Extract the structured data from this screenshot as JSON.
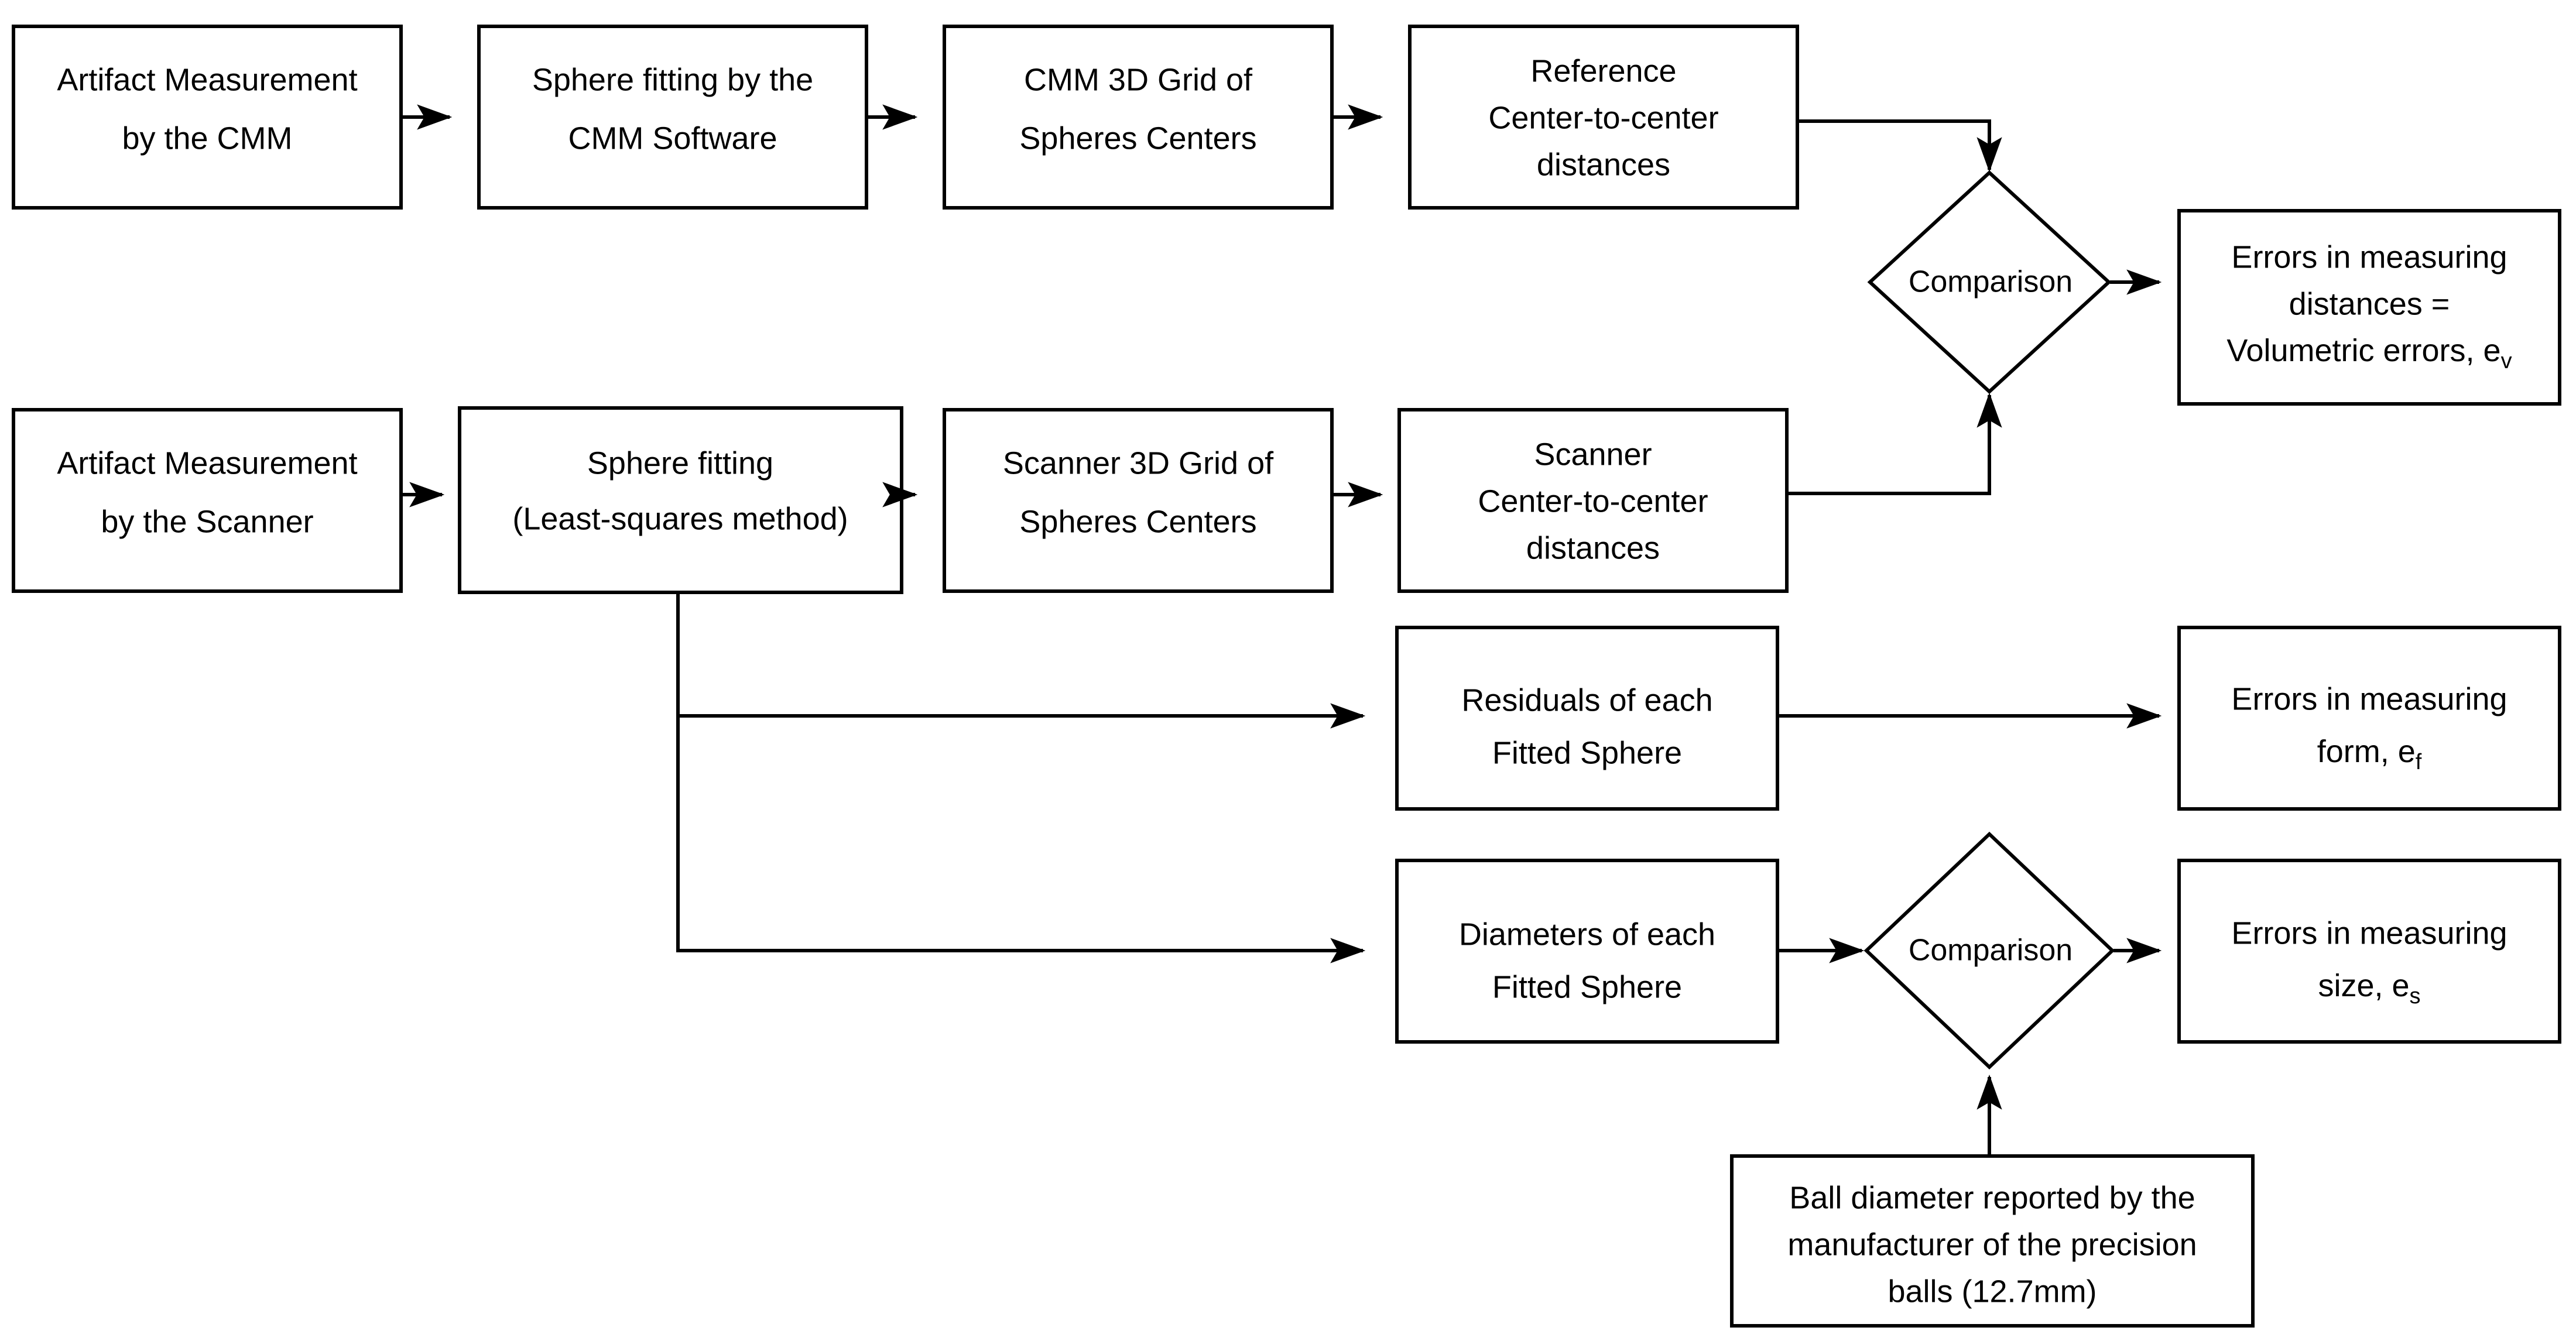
{
  "diagram": {
    "title": "CMM and Scanner artifact measurement error evaluation flowchart",
    "colors": {
      "stroke": "#000000",
      "fill": "#ffffff",
      "text": "#000000"
    },
    "nodes": {
      "cmm_measurement": {
        "id": "cmm-measurement",
        "shape": "rectangle",
        "lines": [
          "Artifact Measurement",
          "by the CMM"
        ]
      },
      "cmm_sphere_fitting": {
        "id": "cmm-sphere-fitting",
        "shape": "rectangle",
        "lines": [
          "Sphere fitting by the",
          "CMM Software"
        ]
      },
      "cmm_grid": {
        "id": "cmm-grid",
        "shape": "rectangle",
        "lines": [
          "CMM 3D Grid of",
          "Spheres Centers"
        ]
      },
      "reference_distances": {
        "id": "reference-distances",
        "shape": "rectangle",
        "lines": [
          "Reference",
          "Center-to-center",
          "distances"
        ]
      },
      "comparison_distances": {
        "id": "comparison-distances",
        "shape": "diamond",
        "lines": [
          "Comparison"
        ]
      },
      "volumetric_errors": {
        "id": "volumetric-errors",
        "shape": "rectangle",
        "lines": [
          "Errors in measuring",
          "distances =",
          "Volumetric errors, e"
        ],
        "subscript": "v"
      },
      "scanner_measurement": {
        "id": "scanner-measurement",
        "shape": "rectangle",
        "lines": [
          "Artifact Measurement",
          "by the Scanner"
        ]
      },
      "scanner_sphere_fitting": {
        "id": "scanner-sphere-fitting",
        "shape": "rectangle",
        "lines": [
          "Sphere fitting",
          "(Least-squares method)"
        ]
      },
      "scanner_grid": {
        "id": "scanner-grid",
        "shape": "rectangle",
        "lines": [
          "Scanner 3D Grid of",
          "Spheres Centers"
        ]
      },
      "scanner_distances": {
        "id": "scanner-distances",
        "shape": "rectangle",
        "lines": [
          "Scanner",
          "Center-to-center",
          "distances"
        ]
      },
      "residuals": {
        "id": "residuals",
        "shape": "rectangle",
        "lines": [
          "Residuals of each",
          "Fitted Sphere"
        ]
      },
      "form_errors": {
        "id": "form-errors",
        "shape": "rectangle",
        "lines": [
          "Errors in measuring",
          "form, e"
        ],
        "subscript": "f"
      },
      "diameters": {
        "id": "diameters",
        "shape": "rectangle",
        "lines": [
          "Diameters of each",
          "Fitted Sphere"
        ]
      },
      "comparison_size": {
        "id": "comparison-size",
        "shape": "diamond",
        "lines": [
          "Comparison"
        ]
      },
      "size_errors": {
        "id": "size-errors",
        "shape": "rectangle",
        "lines": [
          "Errors in measuring",
          "size, e"
        ],
        "subscript": "s"
      },
      "ball_diameter": {
        "id": "ball-diameter",
        "shape": "rectangle",
        "lines": [
          "Ball diameter reported by the",
          "manufacturer of the precision",
          "balls (12.7mm)"
        ]
      }
    }
  }
}
